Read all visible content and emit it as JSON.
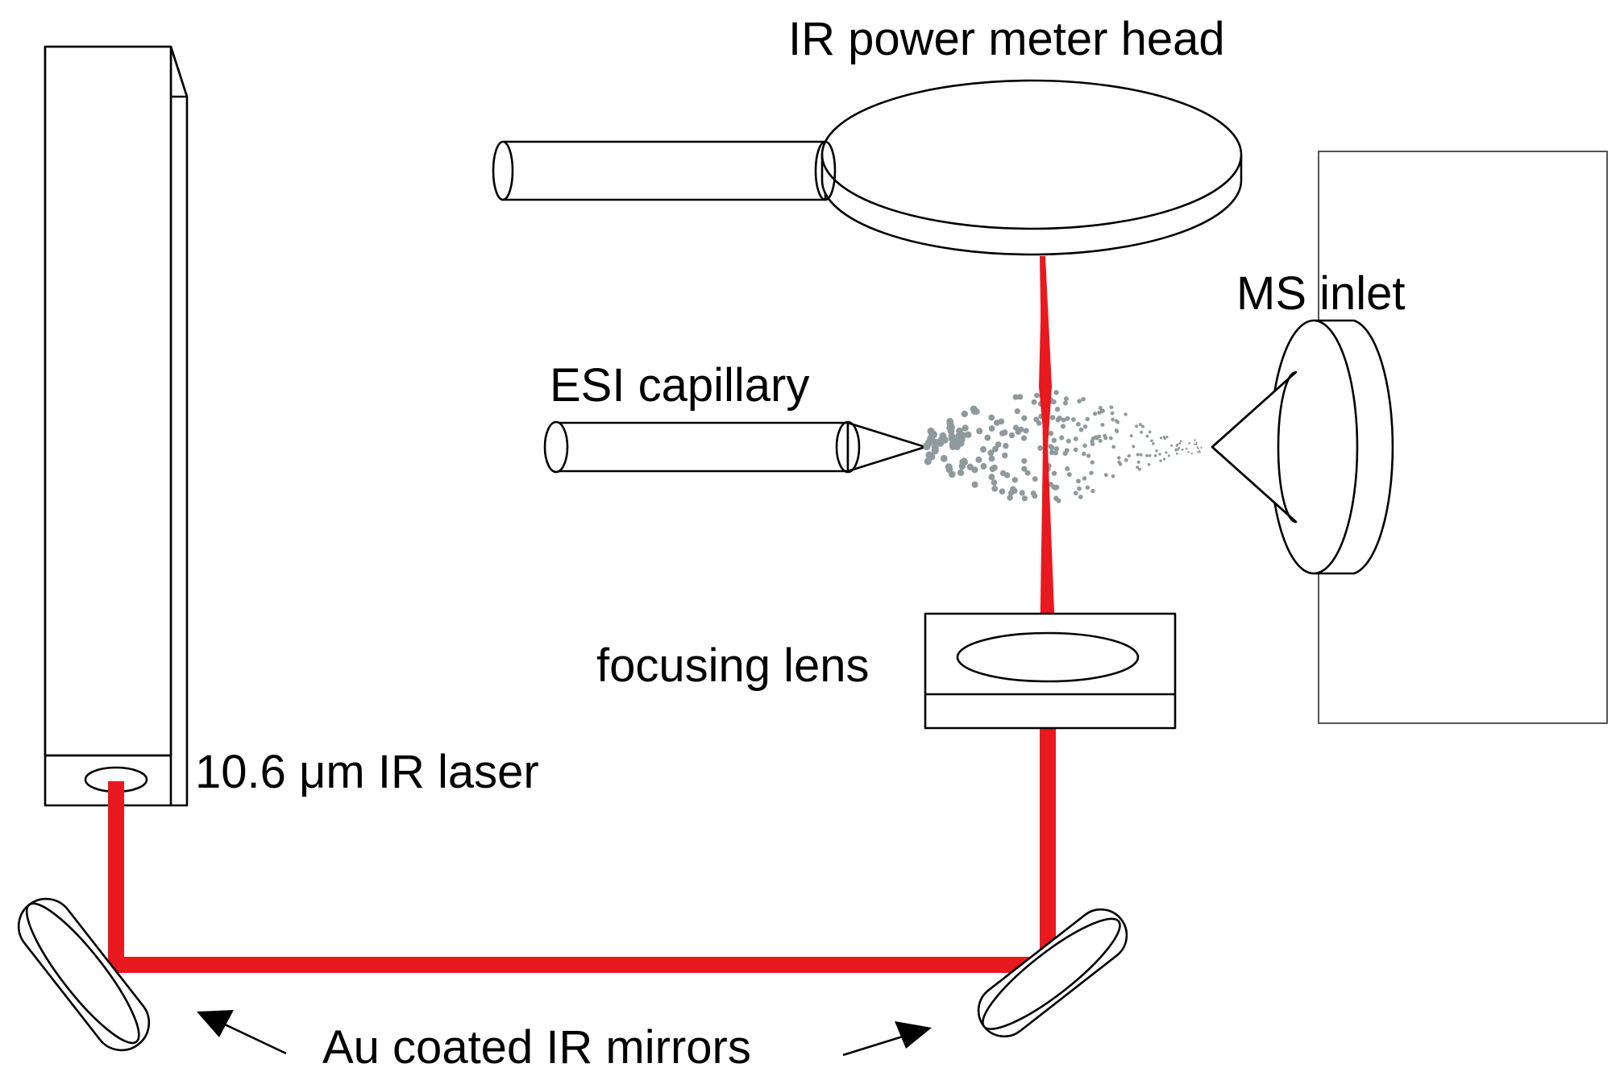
{
  "labels": {
    "power_meter": "IR power meter head",
    "ms_inlet": "MS inlet",
    "esi_capillary": "ESI capillary",
    "focusing_lens": "focusing lens",
    "laser": "10.6 μm IR laser",
    "mirrors": "Au coated IR mirrors"
  },
  "colors": {
    "beam": "#e8191f",
    "droplet": "#8f9a9c",
    "outline": "#000000"
  }
}
